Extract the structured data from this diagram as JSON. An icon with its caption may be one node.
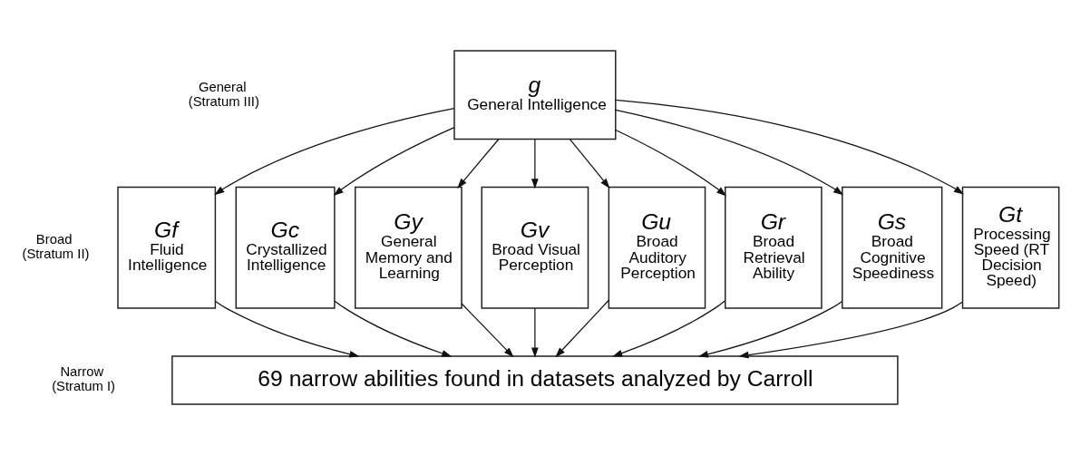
{
  "diagram": {
    "nodes": [
      {
        "text": [
          "g",
          "General Intelligence"
        ]
      },
      {
        "text": [
          "Gf",
          "Fluid Intelligence"
        ]
      },
      {
        "text": [
          "Gc",
          "Crystallized Intelligence"
        ]
      },
      {
        "text": [
          "Gy",
          "General Memory and Learning"
        ]
      },
      {
        "text": [
          "Gv",
          "Broad Visual Perception"
        ]
      },
      {
        "text": [
          "Gu",
          "Broad Auditory Perception"
        ]
      },
      {
        "text": [
          "Gr",
          "Broad Retrieval Ability"
        ]
      },
      {
        "text": [
          "Gs",
          "Broad Cognitive Speediness"
        ]
      },
      {
        "text": [
          "Gt",
          "Processing Speed (RT Decision Speed)"
        ]
      },
      {
        "text": [
          "69 narrow abilities found in datasets analyzed by Carroll"
        ]
      }
    ],
    "edges": [
      {
        "from": 0,
        "to": 1,
        "arrow": "to"
      },
      {
        "from": 0,
        "to": 2,
        "arrow": "to"
      },
      {
        "from": 0,
        "to": 3,
        "arrow": "to"
      },
      {
        "from": 0,
        "to": 4,
        "arrow": "to"
      },
      {
        "from": 0,
        "to": 5,
        "arrow": "to"
      },
      {
        "from": 0,
        "to": 6,
        "arrow": "to"
      },
      {
        "from": 0,
        "to": 7,
        "arrow": "to"
      },
      {
        "from": 0,
        "to": 8,
        "arrow": "to"
      },
      {
        "from": 1,
        "to": 9,
        "arrow": "to"
      },
      {
        "from": 2,
        "to": 9,
        "arrow": "to"
      },
      {
        "from": 3,
        "to": 9,
        "arrow": "to"
      },
      {
        "from": 4,
        "to": 9,
        "arrow": "to"
      },
      {
        "from": 5,
        "to": 9,
        "arrow": "to"
      },
      {
        "from": 6,
        "to": 9,
        "arrow": "to"
      },
      {
        "from": 7,
        "to": 9,
        "arrow": "to"
      },
      {
        "from": 8,
        "to": 9,
        "arrow": "to"
      }
    ],
    "labels": [
      "General (Stratum III)",
      "Broad (Stratum II)",
      "Narrow (Stratum I)"
    ]
  }
}
